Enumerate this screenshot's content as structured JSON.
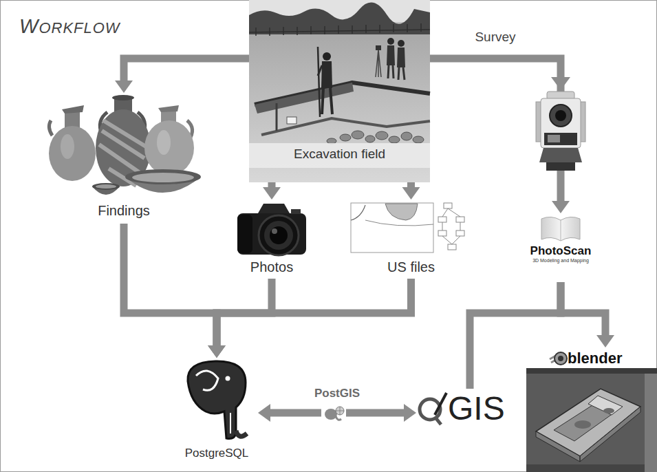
{
  "diagram": {
    "title": "WORKFLOW",
    "nodes": [
      {
        "text": [
          "Excavation field"
        ]
      },
      {
        "text": [
          "Findings"
        ]
      },
      {
        "text": [
          "Photos"
        ]
      },
      {
        "text": [
          "US files"
        ]
      },
      {
        "text": [
          "PhotoScan",
          "3D Modeling and Mapping"
        ]
      },
      {
        "text": [
          "PostgreSQL"
        ]
      },
      {
        "text": [
          "GIS"
        ]
      },
      {
        "text": [
          "blender"
        ]
      }
    ],
    "edges": [
      {
        "from": 0,
        "to": 1,
        "arrow": "to"
      },
      {
        "from": 0,
        "to": 2,
        "arrow": "to"
      },
      {
        "from": 0,
        "to": 3,
        "arrow": "to"
      },
      {
        "from": 0,
        "to": 4,
        "arrow": "to",
        "label": "Survey"
      },
      {
        "from": 1,
        "to": 5,
        "arrow": "to"
      },
      {
        "from": 2,
        "to": 5,
        "arrow": "to"
      },
      {
        "from": 3,
        "to": 5,
        "arrow": "to"
      },
      {
        "from": 5,
        "to": 6,
        "arrow": "both",
        "label": "PostGIS"
      },
      {
        "from": 4,
        "to": 6,
        "arrow": "none"
      },
      {
        "from": 4,
        "to": 7,
        "arrow": "to"
      }
    ]
  }
}
